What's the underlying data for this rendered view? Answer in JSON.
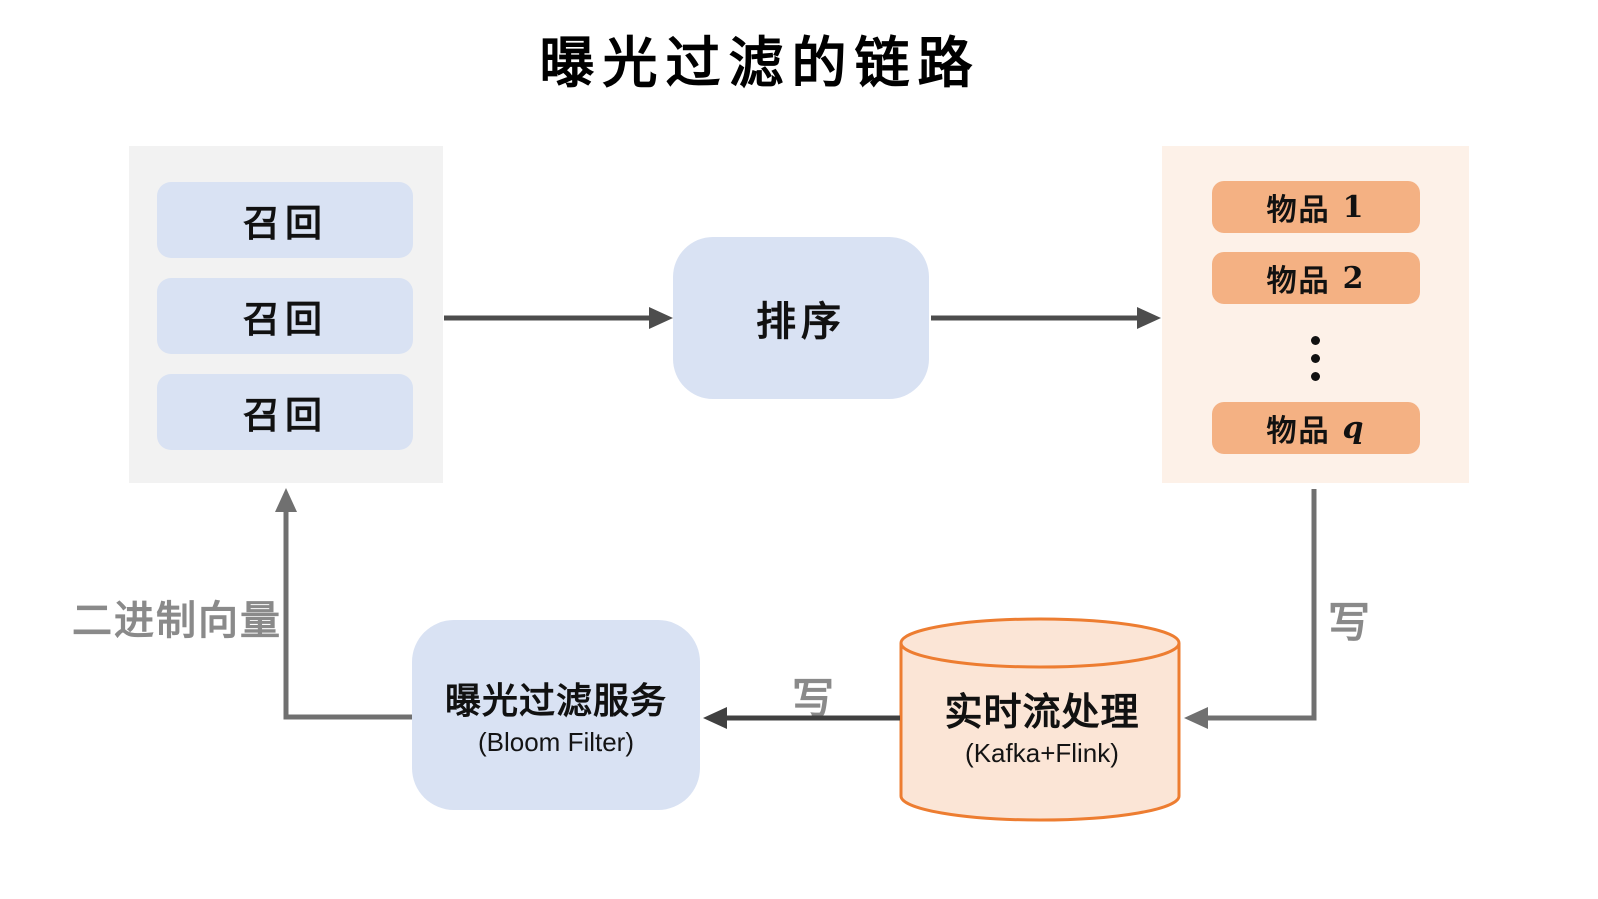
{
  "title": "曝光过滤的链路",
  "recall_panel": {
    "items": [
      {
        "label": "召回"
      },
      {
        "label": "召回"
      },
      {
        "label": "召回"
      }
    ]
  },
  "rank_box": {
    "label": "排序"
  },
  "items_panel": {
    "items": [
      {
        "name": "物品",
        "index": "1"
      },
      {
        "name": "物品",
        "index": "2"
      },
      {
        "name": "物品",
        "index": "q"
      }
    ],
    "ellipsis_icon": "vertical-ellipsis"
  },
  "bloom_box": {
    "title": "曝光过滤服务",
    "subtitle": "(Bloom Filter)"
  },
  "stream_cylinder": {
    "title": "实时流处理",
    "subtitle": "(Kafka+Flink)"
  },
  "edge_labels": {
    "items_to_stream": "写",
    "stream_to_bloom": "写",
    "bloom_to_recall": "二进制向量"
  },
  "colors": {
    "blue_box": "#d9e2f3",
    "gray_panel": "#f2f2f2",
    "orange_panel": "#fdf1e8",
    "orange_box": "#f4b183",
    "cylinder_fill": "#fbe5d6",
    "cylinder_stroke": "#ed7d31",
    "arrow_dark": "#4d4d4d",
    "arrow_medium": "#707070",
    "edge_label_gray": "#8a8a8a"
  }
}
